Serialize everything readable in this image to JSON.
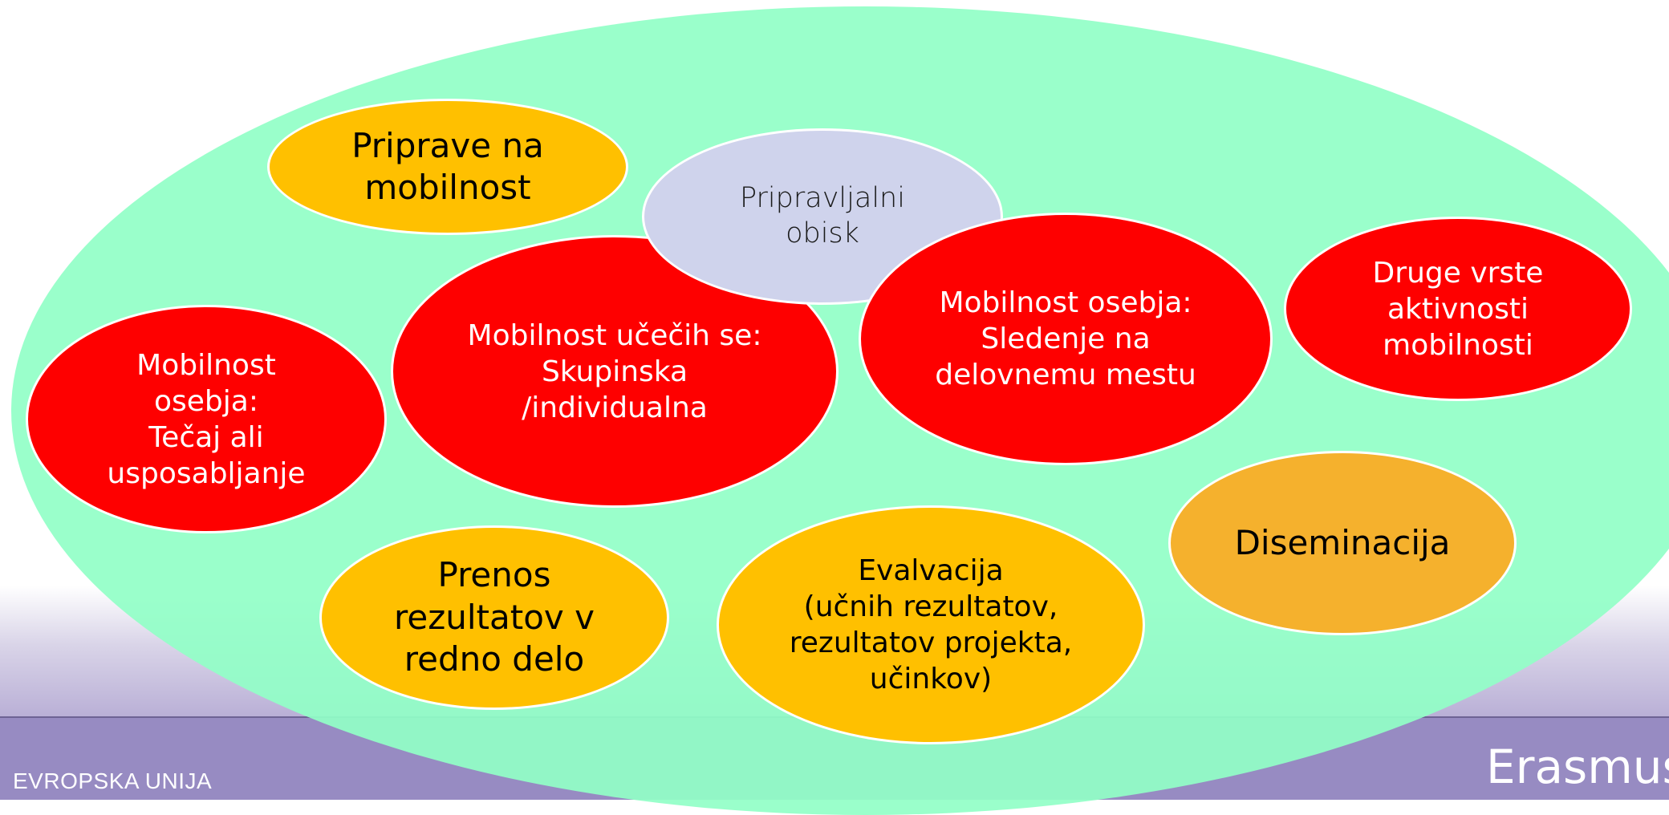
{
  "diagram": {
    "bubbles": [
      {
        "id": "priprave",
        "text": "Priprave na\nmobilnost",
        "style": "amber"
      },
      {
        "id": "pripravljalni",
        "text": "Pripravljalni\nobisk",
        "style": "lav"
      },
      {
        "id": "ucecih",
        "text": "Mobilnost učečih se:\nSkupinska\n/individualna",
        "style": "red"
      },
      {
        "id": "osebja-tecaj",
        "text": "Mobilnost\nosebja:\nTečaj ali\nusposabljanje",
        "style": "red"
      },
      {
        "id": "osebja-sledenje",
        "text": "Mobilnost osebja:\nSledenje na\ndelovnemu mestu",
        "style": "red"
      },
      {
        "id": "druge",
        "text": "Druge vrste\naktivnosti\nmobilnosti",
        "style": "red"
      },
      {
        "id": "diseminacija",
        "text": "Diseminacija",
        "style": "orange"
      },
      {
        "id": "prenos",
        "text": "Prenos\nrezultatov v\nredno delo",
        "style": "amber"
      },
      {
        "id": "evalvacija",
        "text": "Evalvacija\n(učnih rezultatov,\nrezultatov projekta,\nučinkov)",
        "style": "amber"
      }
    ]
  },
  "footer": {
    "left_text": "EVROPSKA UNIJA",
    "logo_text": "Erasmus+"
  },
  "colors": {
    "background_ellipse": "#91ffc7",
    "red": "#fe0000",
    "amber": "#ffc000",
    "orange": "#f5b12d",
    "lavender": "#cfd3ec",
    "footer": "#978bc2"
  }
}
